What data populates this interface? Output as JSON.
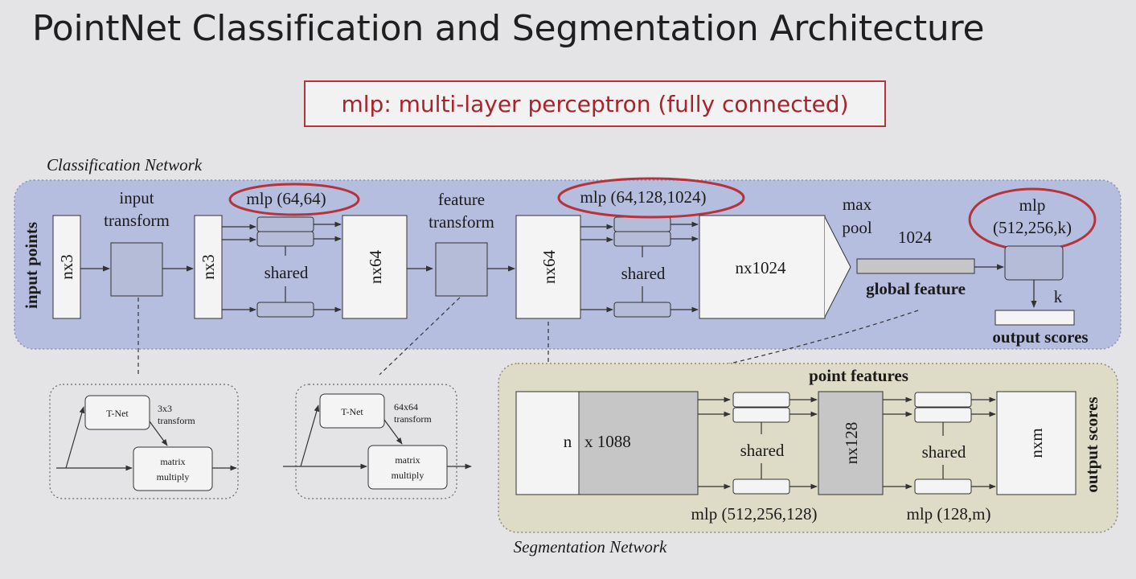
{
  "slide": {
    "title": "PointNet Classification and Segmentation Architecture",
    "note": "mlp: multi-layer perceptron (fully connected)"
  },
  "classification": {
    "section_label": "Classification Network",
    "input_points_label": "input points",
    "input_block_label": "nx3",
    "input_transform_label_1": "input",
    "input_transform_label_2": "transform",
    "transformed_block_label": "nx3",
    "mlp1_label": "mlp (64,64)",
    "mlp1_shared_label": "shared",
    "feature_block_label": "nx64",
    "feature_transform_label_1": "feature",
    "feature_transform_label_2": "transform",
    "feature_transformed_block_label": "nx64",
    "mlp2_label": "mlp (64,128,1024)",
    "mlp2_shared_label": "shared",
    "big_block_label": "nx1024",
    "maxpool_label_1": "max",
    "maxpool_label_2": "pool",
    "global_size_label": "1024",
    "global_feature_label": "global feature",
    "mlp3_label_1": "mlp",
    "mlp3_label_2": "(512,256,k)",
    "k_label": "k",
    "output_scores_label": "output scores"
  },
  "tnet_input": {
    "tnet_label": "T-Net",
    "transform_label_1": "3x3",
    "transform_label_2": "transform",
    "matrix_label_1": "matrix",
    "matrix_label_2": "multiply"
  },
  "tnet_feature": {
    "tnet_label": "T-Net",
    "transform_label_1": "64x64",
    "transform_label_2": "transform",
    "matrix_label_1": "matrix",
    "matrix_label_2": "multiply"
  },
  "segmentation": {
    "section_label": "Segmentation Network",
    "point_features_label": "point features",
    "concat_n_label": "n",
    "concat_size_label": "x 1088",
    "mlp4_shared_label": "shared",
    "mlp4_label": "mlp (512,256,128)",
    "mid_block_label": "nx128",
    "mlp5_shared_label": "shared",
    "mlp5_label": "mlp (128,m)",
    "out_block_label": "nxm",
    "output_scores_label": "output scores"
  },
  "colors": {
    "classification_bg": "#b6bedf",
    "segmentation_bg": "#dedbc6",
    "highlight_red": "#b5343b",
    "block_fill": "#f4f4f4",
    "gray_fill": "#c6c6c6",
    "small_box_fill": "#b4bcd8",
    "stroke": "#333333"
  }
}
